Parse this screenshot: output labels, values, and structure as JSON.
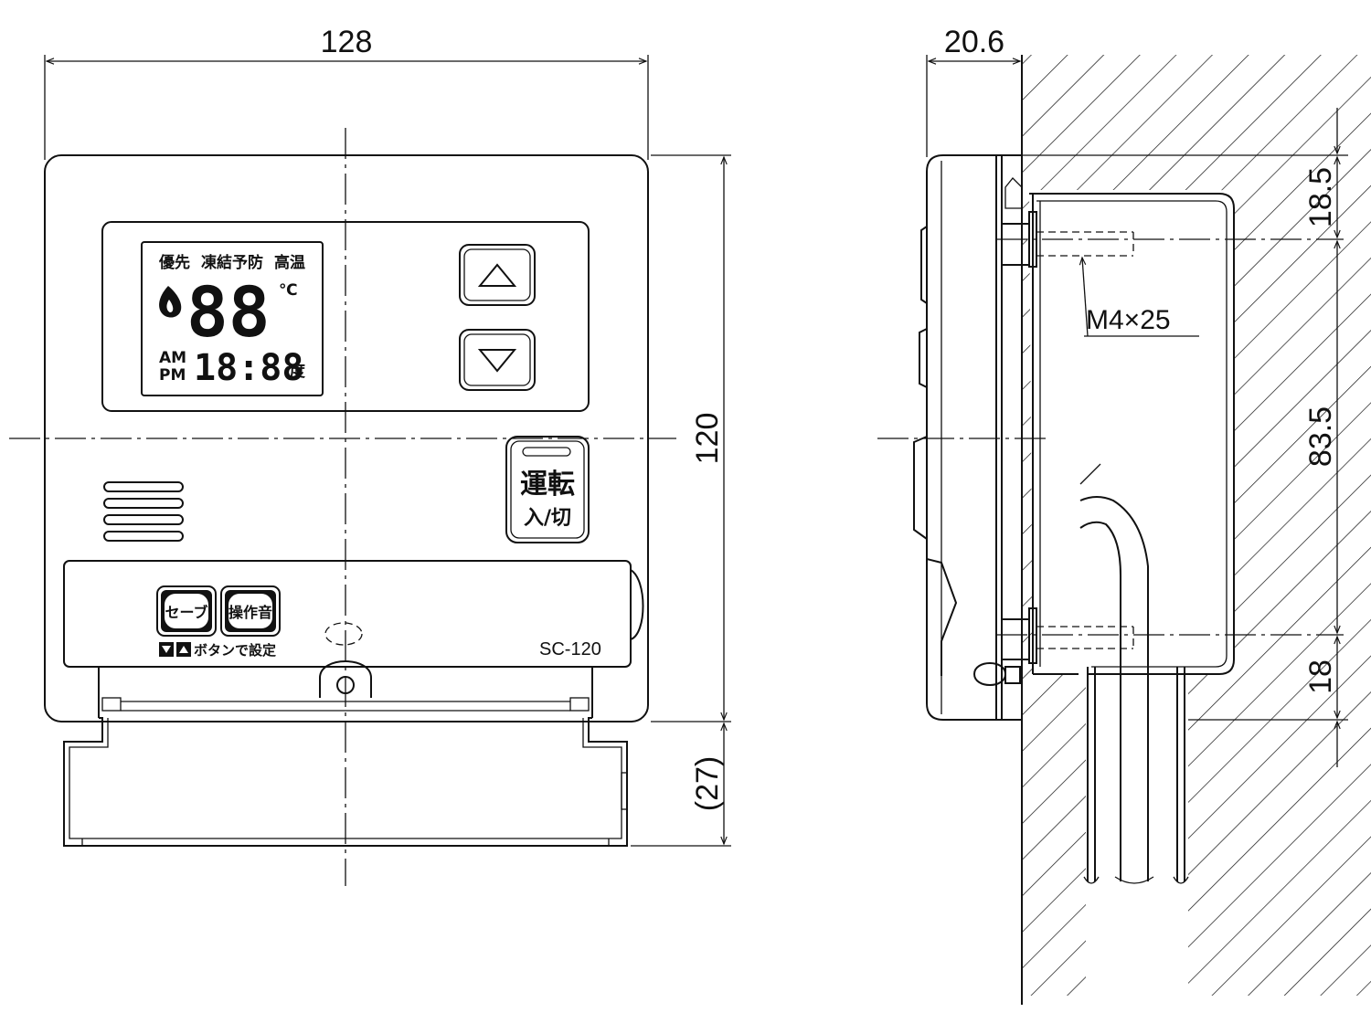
{
  "dimensions": {
    "width": "128",
    "height": "120",
    "cover_extension": "(27)",
    "depth": "20.6",
    "top_offset": "18.5",
    "screw_pitch": "83.5",
    "bottom_offset": "18"
  },
  "lcd": {
    "label_priority": "優先",
    "label_freeze": "凍結予防",
    "label_high": "高温",
    "temp_digits": "88",
    "temp_unit": "℃",
    "am": "AM",
    "pm": "PM",
    "time_digits": "18:88",
    "reservation_mark": "度"
  },
  "buttons": {
    "power_line1": "運転",
    "power_line2": "入/切",
    "save": "セーブ",
    "sound": "操作音",
    "setting_hint": "ボタンで設定"
  },
  "model": "SC-120",
  "screw_label": "M4×25",
  "colors": {
    "line": "#111111",
    "background": "#ffffff"
  }
}
